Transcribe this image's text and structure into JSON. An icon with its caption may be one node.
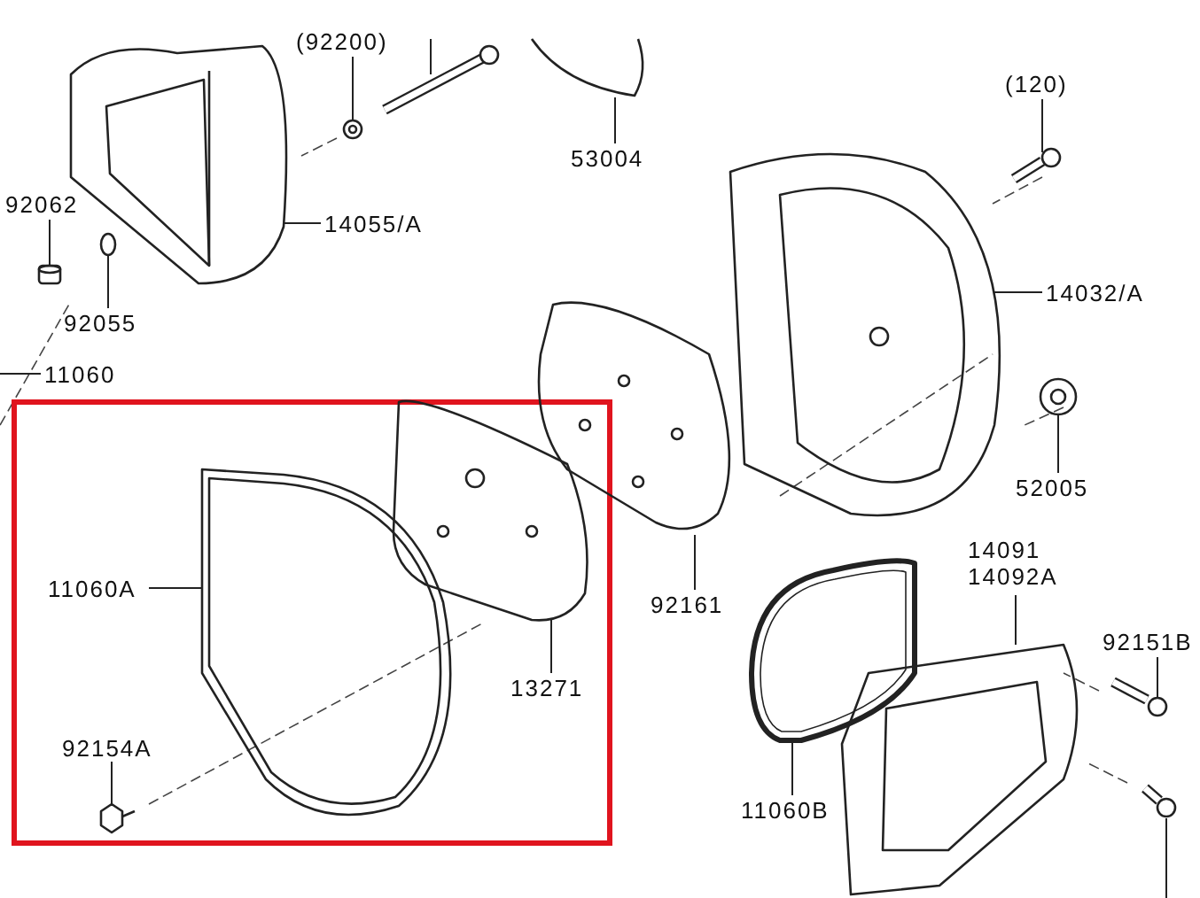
{
  "diagram": {
    "nodes": [
      {
        "text": [
          "(92200)"
        ]
      },
      {
        "text": [
          "(120)"
        ]
      },
      {
        "text": [
          "53004"
        ]
      },
      {
        "text": [
          "92062"
        ]
      },
      {
        "text": [
          "14055/A"
        ]
      },
      {
        "text": [
          "14032/A"
        ]
      },
      {
        "text": [
          "92055"
        ]
      },
      {
        "text": [
          "11060"
        ]
      },
      {
        "text": [
          "52005"
        ]
      },
      {
        "text": [
          "14091",
          "14092A"
        ]
      },
      {
        "text": [
          "11060A"
        ]
      },
      {
        "text": [
          "92161"
        ]
      },
      {
        "text": [
          "92151B"
        ]
      },
      {
        "text": [
          "13271"
        ]
      },
      {
        "text": [
          "92154A"
        ]
      },
      {
        "text": [
          "11060B"
        ]
      },
      {
        "text": [],
        "shape": "picture"
      },
      {
        "text": [],
        "shape": "picture"
      },
      {
        "text": [],
        "shape": "picture"
      },
      {
        "text": [],
        "shape": "cylinder"
      },
      {
        "text": [],
        "shape": "picture"
      },
      {
        "text": [],
        "shape": "picture"
      },
      {
        "text": [],
        "shape": "picture"
      },
      {
        "text": [],
        "shape": "picture"
      },
      {
        "text": [],
        "shape": "picture"
      },
      {
        "text": [],
        "shape": "picture"
      },
      {
        "text": [],
        "shape": "picture"
      },
      {
        "text": [],
        "shape": "picture"
      },
      {
        "text": [],
        "shape": "picture"
      },
      {
        "text": [],
        "shape": "picture"
      },
      {
        "text": [],
        "shape": "picture"
      },
      {
        "text": [],
        "shape": "picture"
      },
      {
        "text": [],
        "shape": "picture"
      }
    ],
    "edges": [
      {
        "from": 0,
        "to": 16,
        "arrow": "none"
      },
      {
        "from": 1,
        "to": 17,
        "arrow": "none"
      },
      {
        "from": 2,
        "to": 18,
        "arrow": "none"
      },
      {
        "from": 3,
        "to": 19,
        "arrow": "none"
      },
      {
        "from": 4,
        "to": 20,
        "arrow": "none"
      },
      {
        "from": 5,
        "to": 21,
        "arrow": "none"
      },
      {
        "from": 6,
        "to": 22,
        "arrow": "none"
      },
      {
        "from": 7,
        "to": null,
        "arrow": "none"
      },
      {
        "from": 8,
        "to": 23,
        "arrow": "none"
      },
      {
        "from": 9,
        "to": 24,
        "arrow": "none"
      },
      {
        "from": 10,
        "to": 25,
        "arrow": "none"
      },
      {
        "from": 11,
        "to": 26,
        "arrow": "none"
      },
      {
        "from": 12,
        "to": 27,
        "arrow": "none"
      },
      {
        "from": 13,
        "to": 28,
        "arrow": "none"
      },
      {
        "from": 14,
        "to": 29,
        "arrow": "none"
      },
      {
        "from": 15,
        "to": 30,
        "arrow": "none"
      },
      {
        "from": 31,
        "to": null,
        "arrow": "none"
      },
      {
        "from": 32,
        "to": null,
        "arrow": "none"
      }
    ]
  }
}
